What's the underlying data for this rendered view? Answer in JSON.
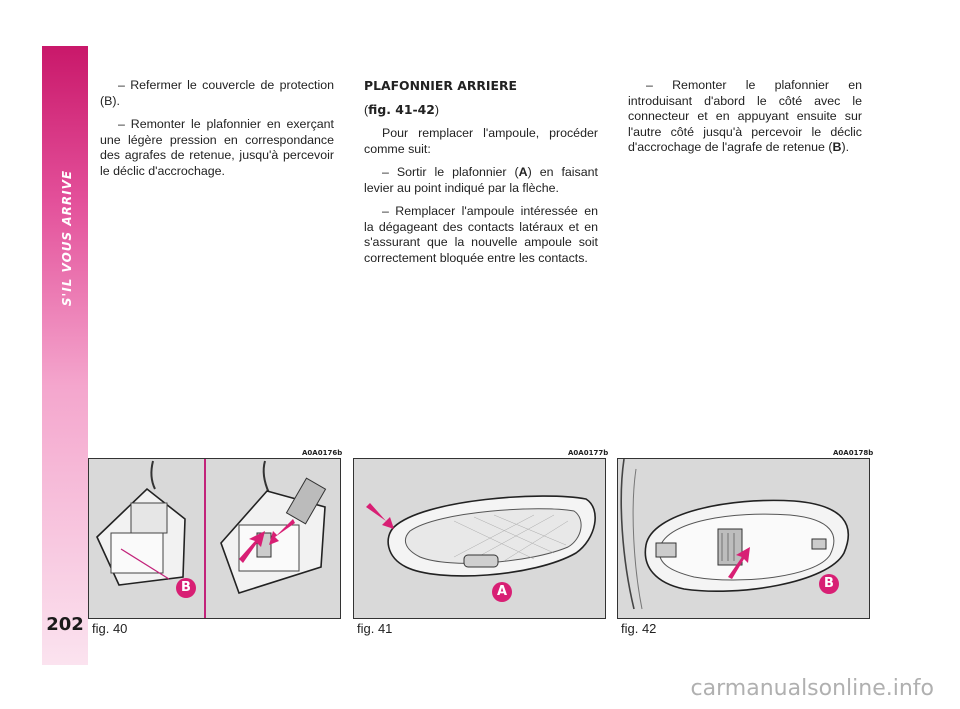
{
  "section_title": "S'IL VOUS ARRIVE",
  "page_number": "202",
  "col1": {
    "p1": "– Refermer le couvercle de protection (B).",
    "p2": "– Remonter le plafonnier en exerçant une légère pression en correspondance des agrafes de retenue, jusqu'à percevoir le déclic d'accrochage."
  },
  "col2": {
    "heading": "PLAFONNIER ARRIERE",
    "subhead_open": "(",
    "subhead_ref": "fig. 41-42",
    "subhead_close": ")",
    "intro": "Pour remplacer l'ampoule, procéder comme suit:",
    "step1_a": "– Sortir le plafonnier (",
    "step1_label": "A",
    "step1_b": ") en faisant levier au point indiqué par la flèche.",
    "step2": "– Remplacer l'ampoule intéressée en la dégageant des contacts latéraux et en s'assurant que la nouvelle ampoule soit correctement bloquée entre les contacts."
  },
  "col3": {
    "p1_a": "– Remonter le plafonnier en introduisant d'abord le côté avec le connecteur et en appuyant ensuite sur l'autre côté jusqu'à percevoir le déclic d'accrochage de l'agrafe de retenue (",
    "p1_label": "B",
    "p1_b": ")."
  },
  "figures": [
    {
      "code": "A0A0176b",
      "caption": "fig. 40",
      "callout": "B"
    },
    {
      "code": "A0A0177b",
      "caption": "fig. 41",
      "callout": "A"
    },
    {
      "code": "A0A0178b",
      "caption": "fig. 42",
      "callout": "B"
    }
  ],
  "colors": {
    "accent": "#d81f74",
    "sidebar_top": "#c9186a",
    "sidebar_bottom": "#fbe3ef"
  },
  "watermark": "carmanualsonline.info"
}
